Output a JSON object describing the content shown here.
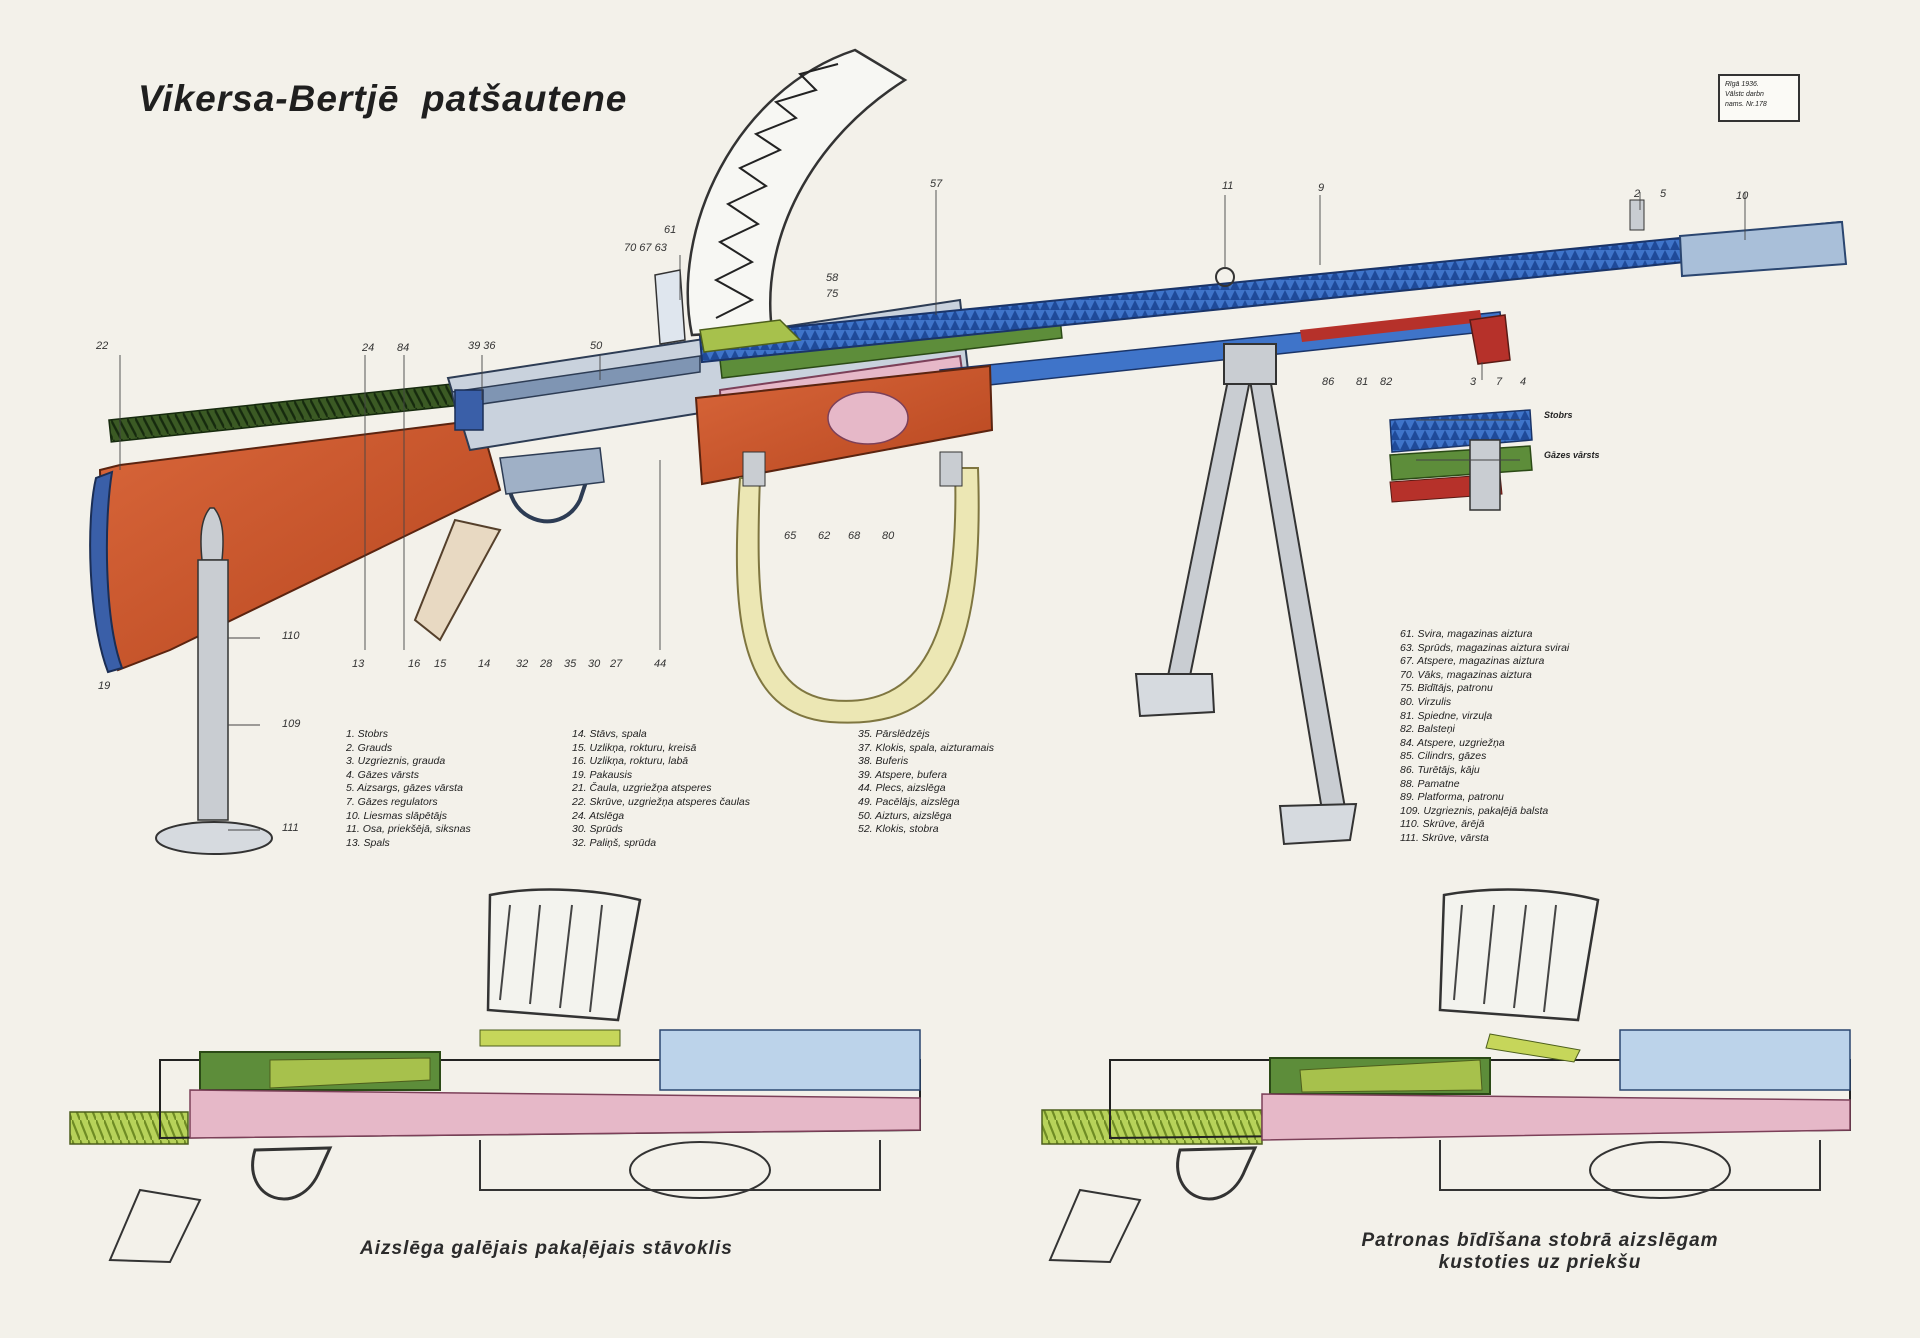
{
  "title": "Vikersa-Bertjē  patšautene",
  "stamp_lines": [
    "Rīgā 1936.",
    "Vālstc darbn",
    "nams. Nr.178"
  ],
  "part_numbers": [
    "22",
    "24",
    "84",
    "39 36",
    "50",
    "70 67 63",
    "61",
    "57",
    "11",
    "9",
    "2",
    "5",
    "10",
    "58",
    "75",
    "13",
    "16",
    "15",
    "14",
    "32",
    "28",
    "35",
    "30",
    "27",
    "44",
    "65",
    "62",
    "68",
    "80",
    "86",
    "81",
    "82",
    "3",
    "7",
    "4",
    "19",
    "110",
    "109",
    "111"
  ],
  "inset_labels": [
    "Stobrs",
    "Gāzes vārsts"
  ],
  "legend_col1": [
    "1. Stobrs",
    "2. Grauds",
    "3. Uzgrieznis, grauda",
    "4. Gāzes vārsts",
    "5. Aizsargs, gāzes vārsta",
    "7. Gāzes regulators",
    "10. Liesmas slāpētājs",
    "11. Osa, priekšējā, siksnas",
    "13. Spals"
  ],
  "legend_col2": [
    "14. Stāvs, spala",
    "15. Uzlikņa, rokturu, kreisā",
    "16. Uzlikņa, rokturu, labā",
    "19. Pakausis",
    "21. Čaula, uzgriežņa atsperes",
    "22. Skrūve, uzgriežņa atsperes čaulas",
    "24. Atslēga",
    "30. Sprūds",
    "32. Paliņš, sprūda"
  ],
  "legend_col3": [
    "35. Pārslēdzējs",
    "37. Klokis, spala, aizturamais",
    "38. Buferis",
    "39. Atspere, bufera",
    "44. Plecs, aizslēga",
    "49. Pacēlājs, aizslēga",
    "50. Aizturs, aizslēga",
    "52. Klokis, stobra"
  ],
  "legend_col4": [
    "61. Svira, magazinas aiztura",
    "63. Sprūds, magazinas aiztura svirai",
    "67. Atspere, magazinas aiztura",
    "70. Vāks, magazinas aiztura",
    "75. Bīdītājs, patronu",
    "80. Virzulis",
    "81. Spiedne, virzuļa",
    "82. Balsteņi",
    "84. Atspere, uzgriežņa",
    "85. Cilindrs, gāzes",
    "86. Turētājs, kāju",
    "88. Pamatne",
    "89. Platforma, patronu",
    "109. Uzgrieznis, pakaļējā balsta",
    "110. Skrūve, ārējā",
    "111. Skrūve, vārsta"
  ],
  "caption_left": "Aizslēga galējais pakaļējais stāvoklis",
  "caption_right": [
    "Patronas bīdīšana stobrā aizslēgam",
    "kustoties uz priekšu"
  ],
  "colors": {
    "wood": "#c8562e",
    "steel_blue": "#3f74c9",
    "pink": "#e6b8c8",
    "green": "#5d8d3a",
    "yellow_green": "#c6d65a",
    "sling": "#ece7b4",
    "grey": "#c9cdd2",
    "spring_dark": "#2f4a1f"
  }
}
